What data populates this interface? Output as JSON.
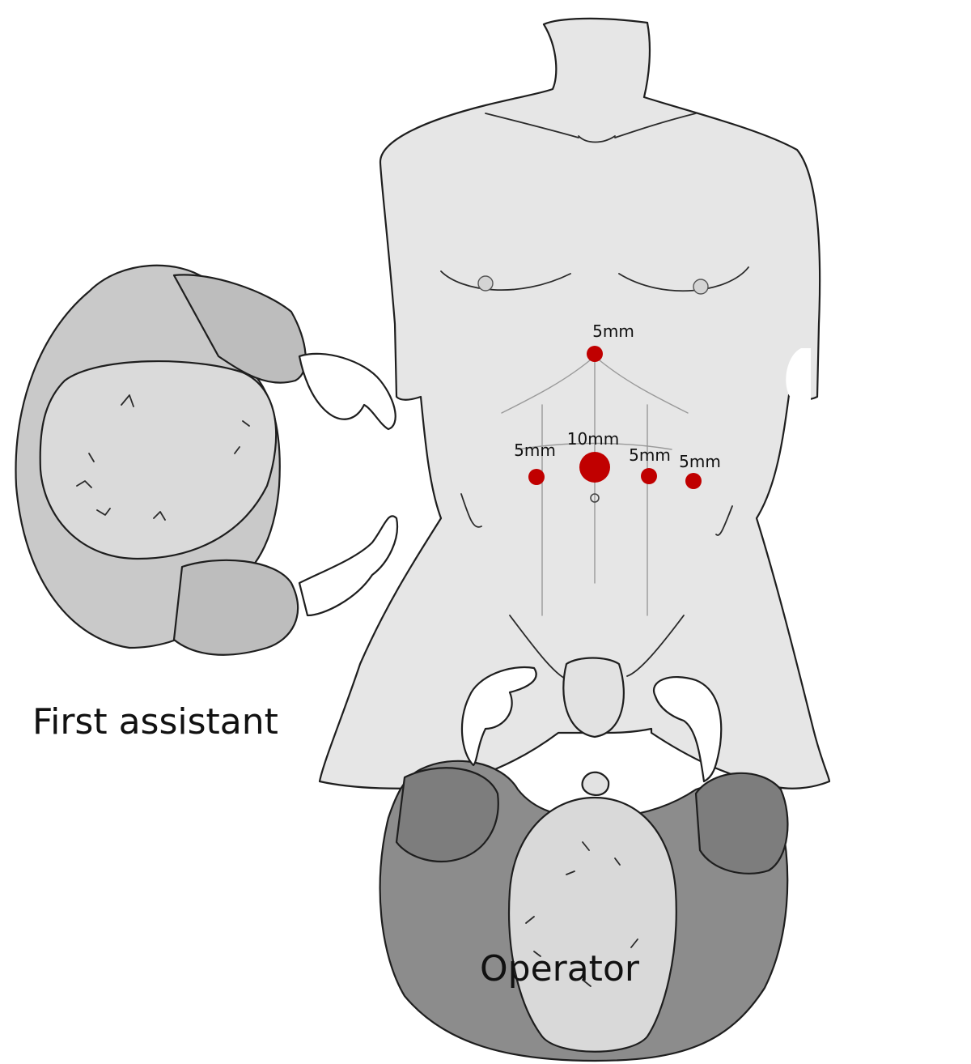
{
  "labels": {
    "first_assistant": "First assistant",
    "operator": "Operator"
  },
  "ports": [
    {
      "id": "epigastric",
      "label": "5mm",
      "size": "small"
    },
    {
      "id": "left-lateral",
      "label": "5mm",
      "size": "small"
    },
    {
      "id": "umbilical",
      "label": "10mm",
      "size": "large"
    },
    {
      "id": "right-mid",
      "label": "5mm",
      "size": "small"
    },
    {
      "id": "right-lateral",
      "label": "5mm",
      "size": "small"
    }
  ],
  "colors": {
    "port": "#c00000",
    "skin": "#e6e6e6",
    "clothing": "#8c8c8c",
    "head": "#d9d9d9"
  }
}
